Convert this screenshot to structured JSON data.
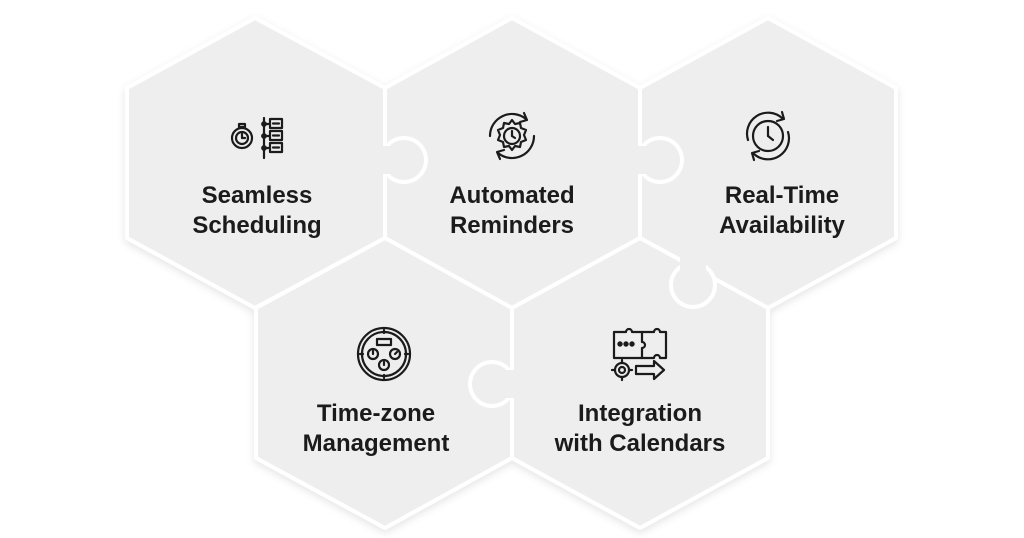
{
  "diagram": {
    "tiles": [
      {
        "id": "seamless-scheduling",
        "label": "Seamless\nScheduling",
        "icon": "stopwatch-flowchart-icon"
      },
      {
        "id": "automated-reminders",
        "label": "Automated\nReminders",
        "icon": "clock-gear-cycle-icon"
      },
      {
        "id": "real-time-availability",
        "label": "Real-Time\nAvailability",
        "icon": "clock-refresh-icon"
      },
      {
        "id": "time-zone-management",
        "label": "Time-zone\nManagement",
        "icon": "multi-dial-clock-icon"
      },
      {
        "id": "integration-with-calendars",
        "label": "Integration\nwith Calendars",
        "icon": "puzzle-gear-arrow-icon"
      }
    ],
    "colors": {
      "tile_fill": "#eeeeee",
      "tile_edge": "#ffffff",
      "icon_stroke": "#1b1b1b",
      "text": "#1b1b1b"
    }
  }
}
